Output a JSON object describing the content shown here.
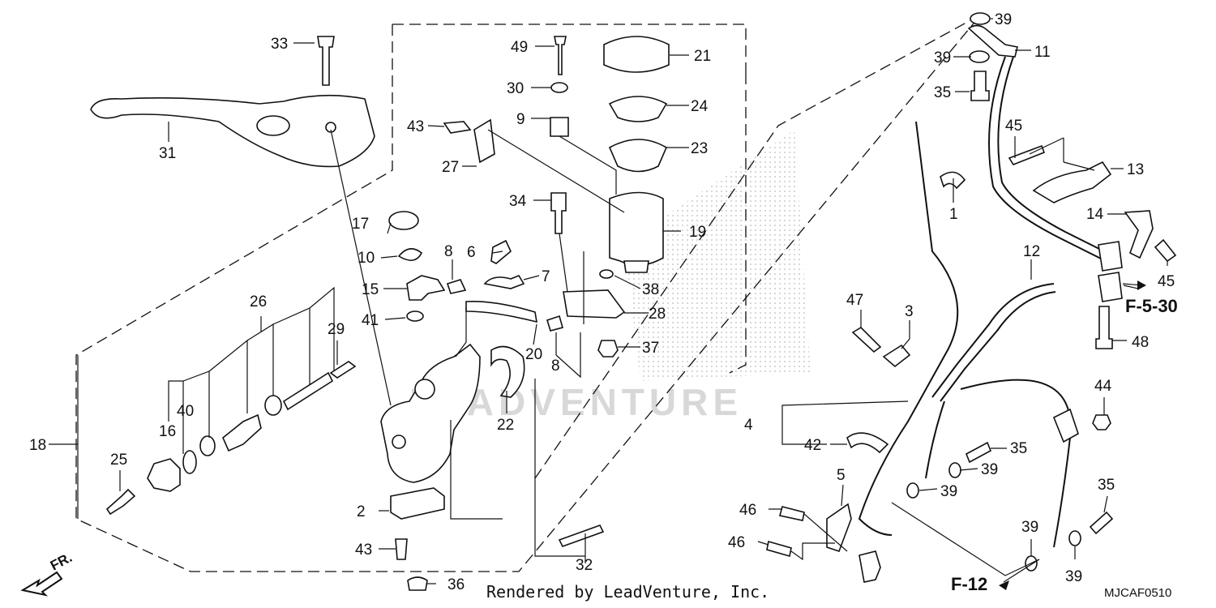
{
  "diagram": {
    "credit": "Rendered by LeadVenture, Inc.",
    "code": "MJCAF0510",
    "watermark": "LEADVENTURE",
    "direction_label": "FR.",
    "refs": {
      "r1": "F-5-30",
      "r2": "F-12"
    },
    "callouts": {
      "c1": "1",
      "c2": "2",
      "c3": "3",
      "c4": "4",
      "c5": "5",
      "c6": "6",
      "c7": "7",
      "c8a": "8",
      "c8b": "8",
      "c9": "9",
      "c10": "10",
      "c11": "11",
      "c12": "12",
      "c13": "13",
      "c14": "14",
      "c15": "15",
      "c16": "16",
      "c17": "17",
      "c18": "18",
      "c19": "19",
      "c20": "20",
      "c21": "21",
      "c22": "22",
      "c23": "23",
      "c24": "24",
      "c25": "25",
      "c26": "26",
      "c27": "27",
      "c28": "28",
      "c29": "29",
      "c30": "30",
      "c31": "31",
      "c32": "32",
      "c33": "33",
      "c34": "34",
      "c35a": "35",
      "c35b": "35",
      "c35c": "35",
      "c36": "36",
      "c37": "37",
      "c38": "38",
      "c39a": "39",
      "c39b": "39",
      "c39c": "39",
      "c39d": "39",
      "c39e": "39",
      "c39f": "39",
      "c40": "40",
      "c41": "41",
      "c42": "42",
      "c43a": "43",
      "c43b": "43",
      "c44": "44",
      "c45a": "45",
      "c45b": "45",
      "c46a": "46",
      "c46b": "46",
      "c47": "47",
      "c48": "48",
      "c49": "49"
    }
  }
}
